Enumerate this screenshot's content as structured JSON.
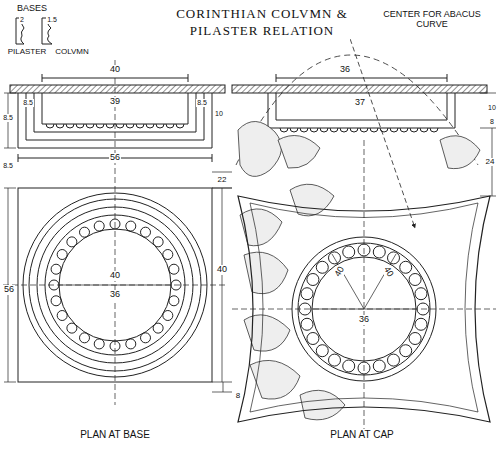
{
  "diagram": {
    "title": "CORINTHIAN COLVMN & PILASTER RELATION",
    "labels": [
      "BASES",
      "2",
      "1.5",
      "PILASTER",
      "COLVMN",
      "CENTER FOR ABACUS CURVE",
      "40",
      "39",
      "8.5",
      "8.5",
      "10",
      "8.5",
      "8.5",
      "56",
      "22",
      "56",
      "40",
      "40",
      "36",
      "8",
      "36",
      "37",
      "10",
      "8",
      "24",
      "40",
      "40",
      "36",
      "PLAN AT BASE",
      "PLAN AT CAP"
    ]
  }
}
